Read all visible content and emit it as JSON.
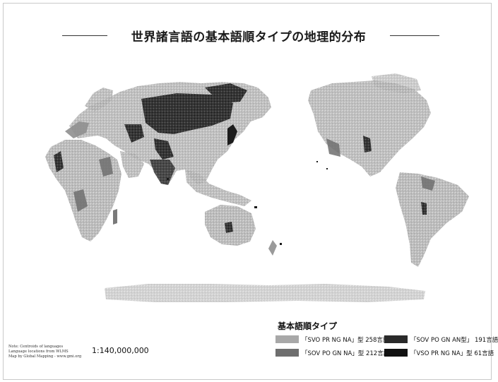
{
  "title": "世界諸言語の基本語順タイプの地理的分布",
  "legend": {
    "title": "基本語順タイプ",
    "items": [
      {
        "label": "「SVO PR NG NA」型 258言語",
        "color": "#a8a8a8"
      },
      {
        "label": "「SOV PO GN NA」型 212言語",
        "color": "#6e6e6e"
      },
      {
        "label": "「SOV PO GN AN型」 191言語",
        "color": "#2a2a2a"
      },
      {
        "label": "「VSO PR NG NA」型  61言語",
        "color": "#111111"
      }
    ]
  },
  "notes": [
    "Note: Centroids of languages",
    "Language locations from WLMS",
    "Map by Global Mapping - www.gmi.org"
  ],
  "scale": "1:140,000,000"
}
